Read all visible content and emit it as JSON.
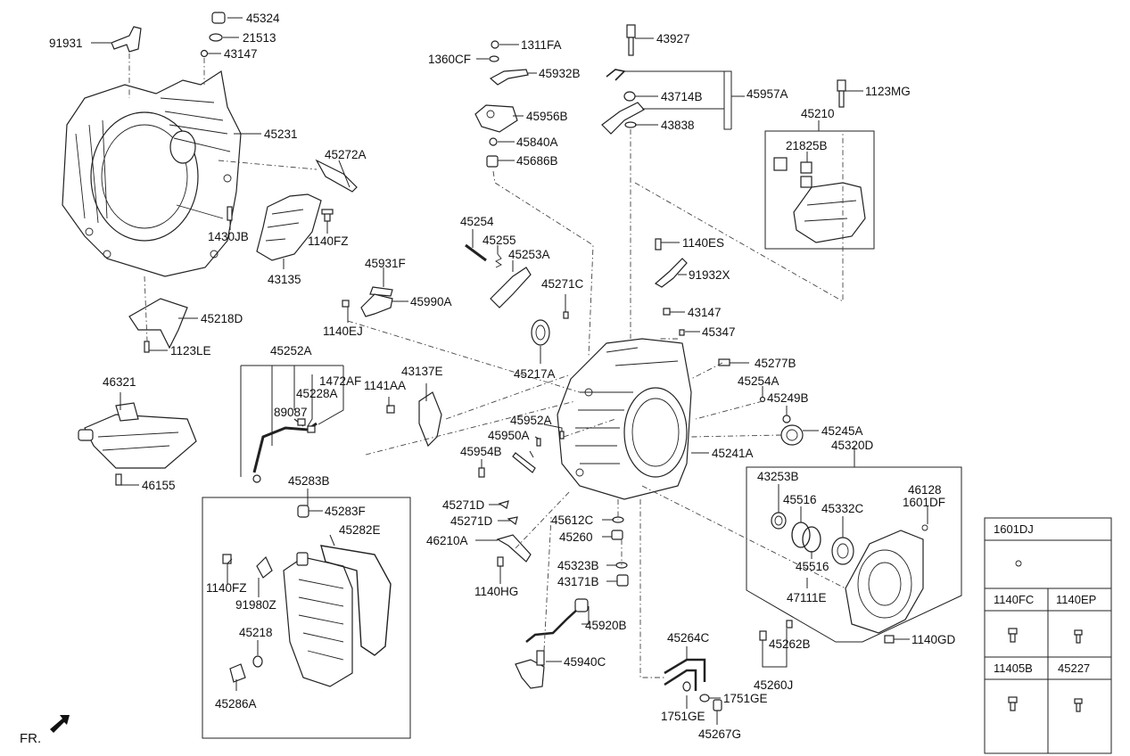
{
  "diagram": {
    "footer_direction": "FR.",
    "part_labels": [
      "45324",
      "21513",
      "91931",
      "43147",
      "45231",
      "45272A",
      "1430JB",
      "1140FZ",
      "43135",
      "45218D",
      "1123LE",
      "46321",
      "46155",
      "45252A",
      "1472AF",
      "45228A",
      "89087",
      "1141AA",
      "43137E",
      "45283B",
      "45283F",
      "45282E",
      "1140FZ",
      "91980Z",
      "45218",
      "45286A",
      "1311FA",
      "1360CF",
      "45932B",
      "45956B",
      "45840A",
      "45686B",
      "45254",
      "45255",
      "45253A",
      "45931F",
      "45990A",
      "1140EJ",
      "45271C",
      "45217A",
      "45952A",
      "45950A",
      "45954B",
      "45271D",
      "45271D",
      "46210A",
      "1140HG",
      "45612C",
      "45260",
      "45323B",
      "43171B",
      "45920B",
      "45940C",
      "43927",
      "43714B",
      "45957A",
      "43838",
      "1140ES",
      "91932X",
      "43147",
      "45347",
      "45277B",
      "45254A",
      "45249B",
      "45245A",
      "45241A",
      "1123MG",
      "45210",
      "21825B",
      "45320D",
      "43253B",
      "45516",
      "45332C",
      "46128",
      "1601DF",
      "45516",
      "47111E",
      "45262B",
      "45260J",
      "1140GD",
      "45264C",
      "1751GE",
      "1751GE",
      "45267G"
    ],
    "legend_table": {
      "row1": [
        "1601DJ"
      ],
      "row2": [
        "1140FC",
        "1140EP"
      ],
      "row3": [
        "11405B",
        "45227"
      ]
    }
  }
}
